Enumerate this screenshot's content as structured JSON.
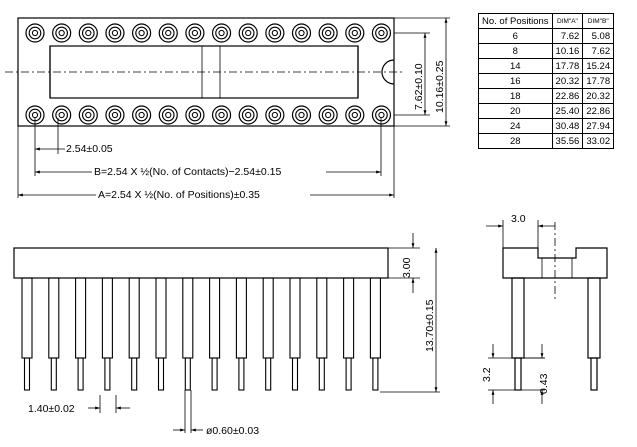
{
  "table": {
    "headers": [
      "No. of Positions",
      "DIM\"A\"",
      "DIM\"B\""
    ],
    "rows": [
      [
        "6",
        "7.62",
        "5.08"
      ],
      [
        "8",
        "10.16",
        "7.62"
      ],
      [
        "14",
        "17.78",
        "15.24"
      ],
      [
        "16",
        "20.32",
        "17.78"
      ],
      [
        "18",
        "22.86",
        "20.32"
      ],
      [
        "20",
        "25.40",
        "22.86"
      ],
      [
        "24",
        "30.48",
        "27.94"
      ],
      [
        "28",
        "35.56",
        "33.02"
      ]
    ]
  },
  "dims": {
    "pitch": "2.54±0.05",
    "b": "B=2.54 X ½(No. of Contacts)−2.54±0.15",
    "a": "A=2.54 X ½(No. of Positions)±0.35",
    "row_spacing": "7.62±0.10",
    "body_width": "10.16±0.25",
    "body_height": "3.00",
    "total_height": "13.70±0.15",
    "pin_width": "1.40±0.02",
    "pin_dia": "ø0.60±0.03",
    "side_top": "3.0",
    "side_pin": "3.2",
    "side_tip": "0.43"
  }
}
